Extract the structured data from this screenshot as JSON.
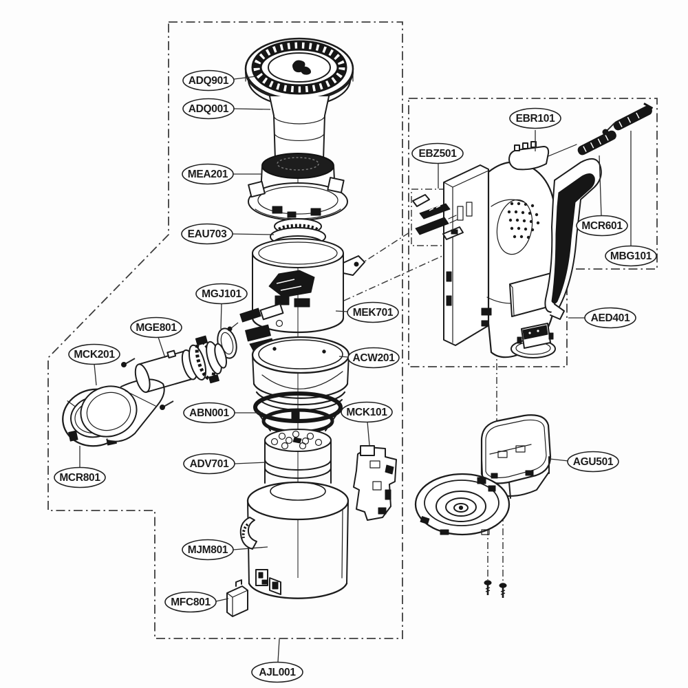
{
  "figure": {
    "kind": "exploded-parts-diagram",
    "colors": {
      "line": "#1c1c1c",
      "background": "#ffffff",
      "boundary": "#3c3c3c"
    }
  },
  "part_labels": [
    {
      "code": "ADQ901"
    },
    {
      "code": "ADQ001"
    },
    {
      "code": "MEA201"
    },
    {
      "code": "EAU703"
    },
    {
      "code": "MGJ101"
    },
    {
      "code": "MEK701"
    },
    {
      "code": "ACW201"
    },
    {
      "code": "ABN001"
    },
    {
      "code": "MCK101"
    },
    {
      "code": "ADV701"
    },
    {
      "code": "MJM801"
    },
    {
      "code": "MFC801"
    },
    {
      "code": "AJL001"
    },
    {
      "code": "EBZ501"
    },
    {
      "code": "EBR101"
    },
    {
      "code": "MCR601"
    },
    {
      "code": "MBG101"
    },
    {
      "code": "AED401"
    },
    {
      "code": "AGU501"
    },
    {
      "code": "MCK201"
    },
    {
      "code": "MGE801"
    },
    {
      "code": "MCR801"
    }
  ]
}
